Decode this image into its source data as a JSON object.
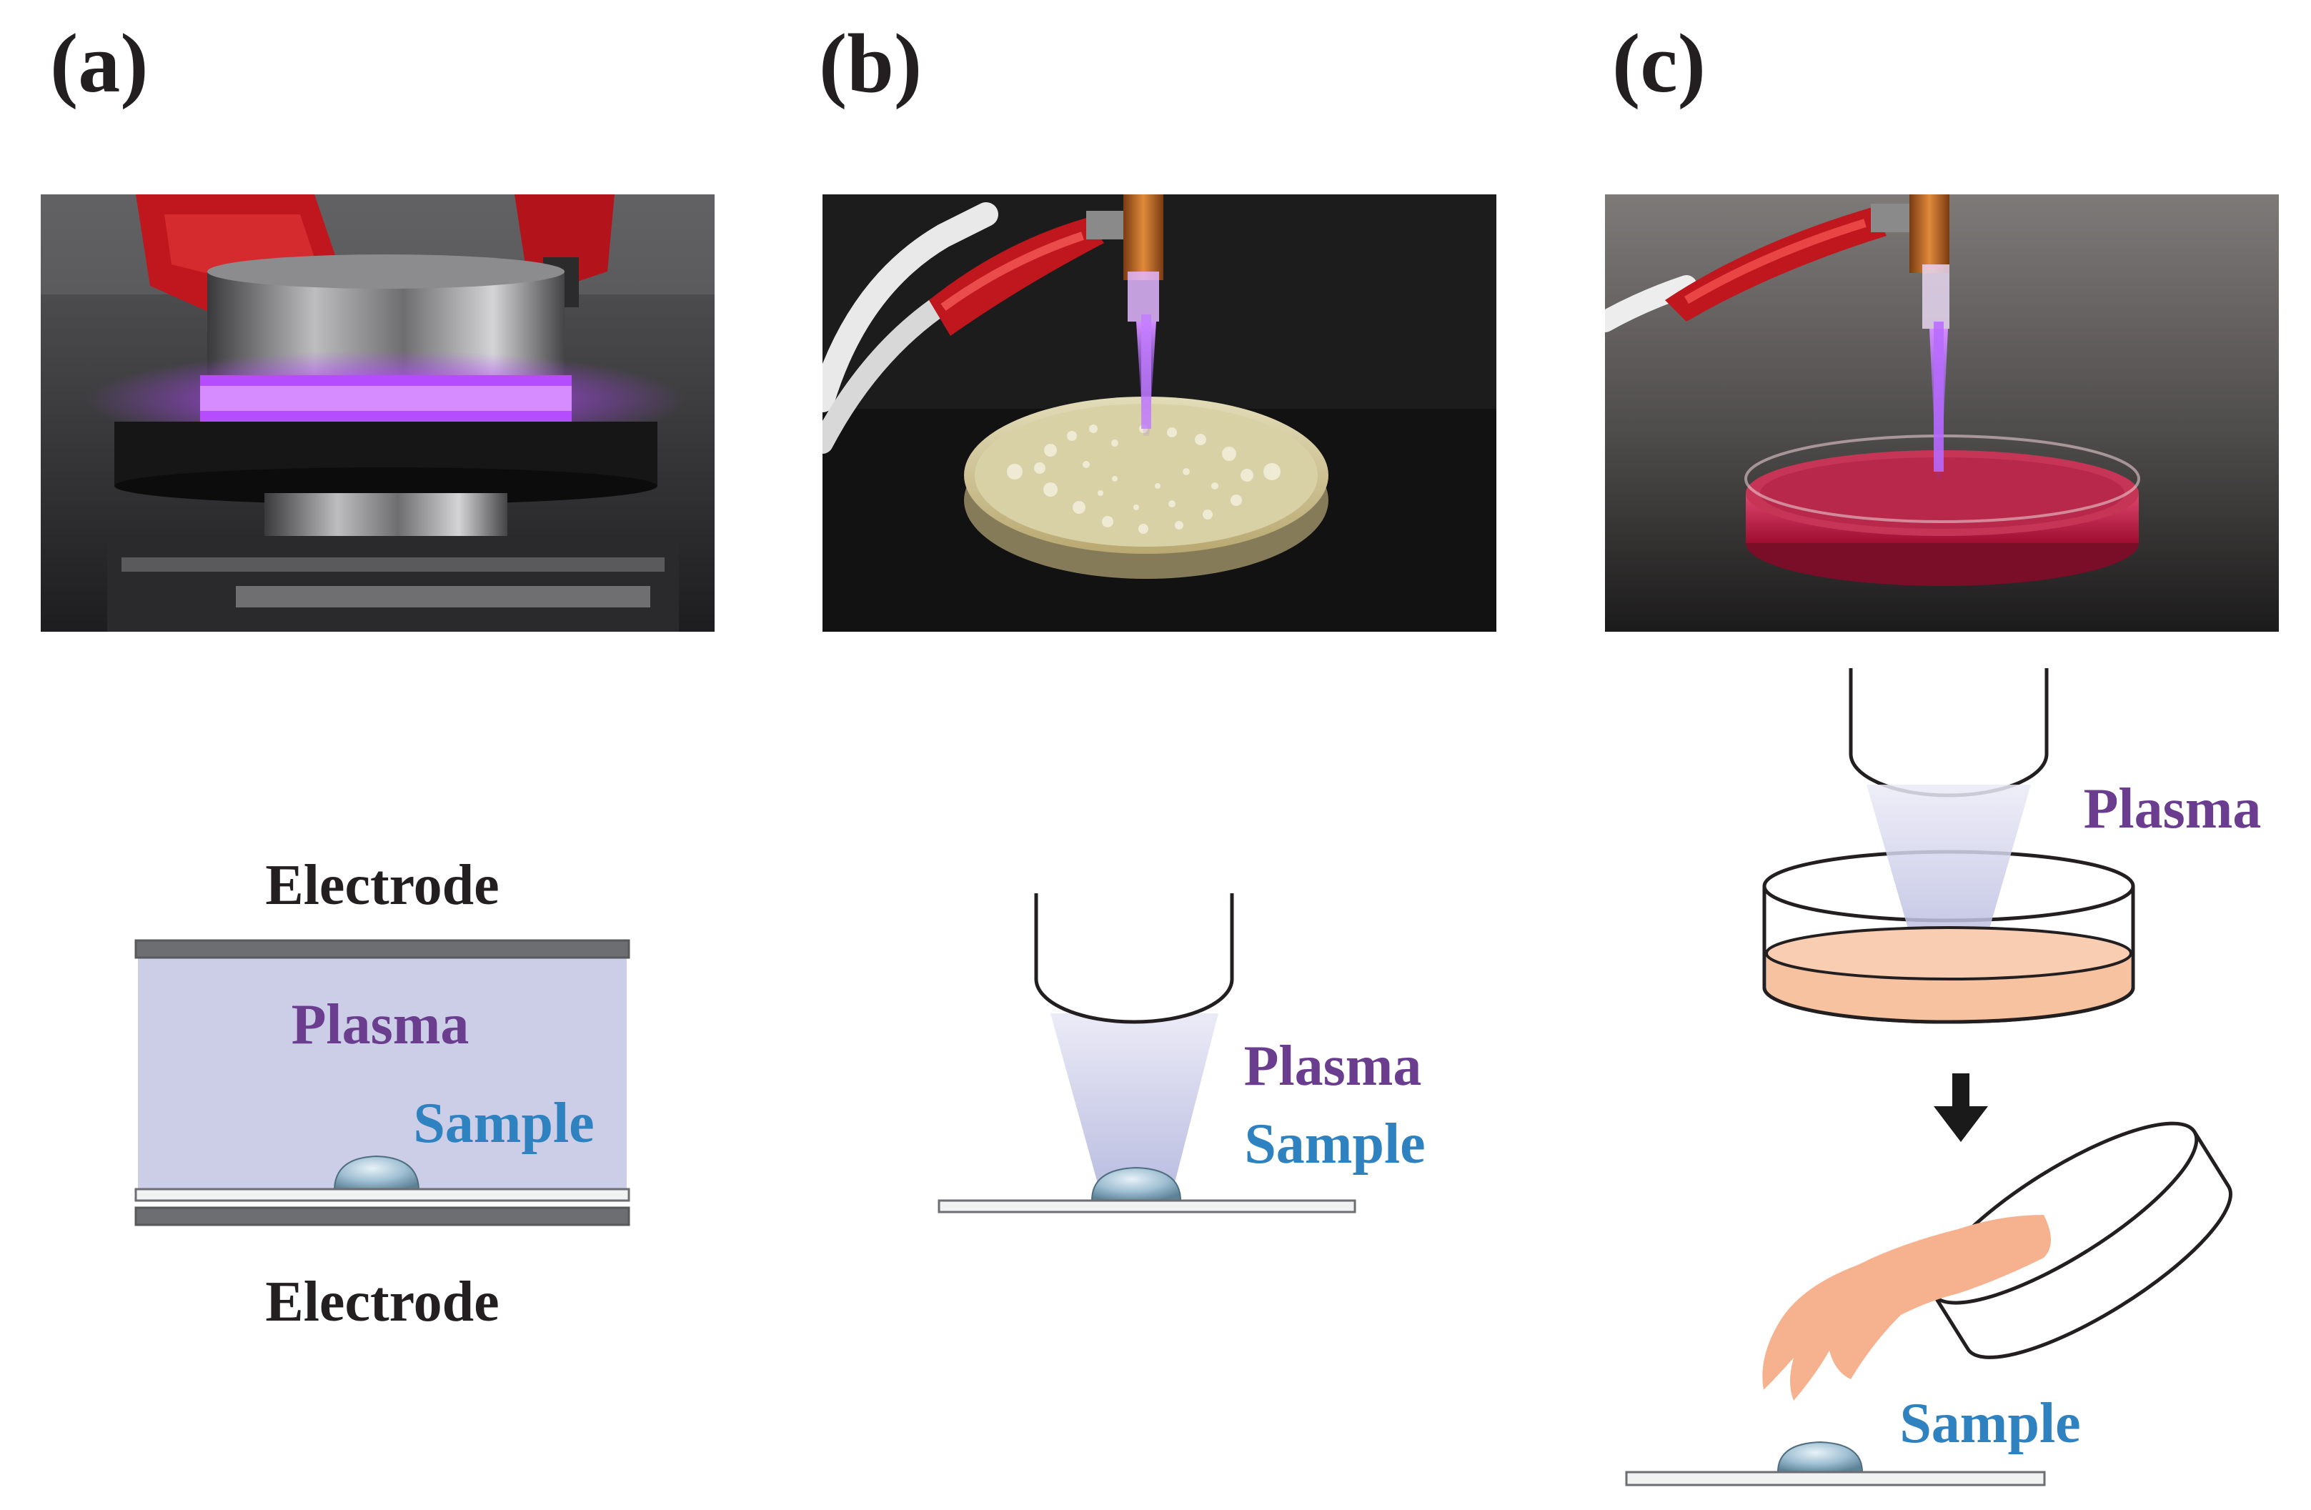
{
  "panels": {
    "a": {
      "label": "(a)"
    },
    "b": {
      "label": "(b)"
    },
    "c": {
      "label": "(c)"
    }
  },
  "diagram_a": {
    "top_electrode": "Electrode",
    "plasma": "Plasma",
    "sample": "Sample",
    "bottom_electrode": "Electrode"
  },
  "diagram_b": {
    "plasma": "Plasma",
    "sample": "Sample"
  },
  "diagram_c": {
    "plasma": "Plasma",
    "sample": "Sample"
  },
  "colors": {
    "label_black": "#231f20",
    "plasma_purple": "#6b3d8f",
    "sample_blue": "#2e82c0",
    "plasma_fill": "#cccde6",
    "electrode_gray": "#6d6e71",
    "liquid_fill": "#f7c2a0",
    "hand_fill": "#f6b28e",
    "photo_glow": "#b552ff",
    "red_clip": "#c0161d"
  }
}
